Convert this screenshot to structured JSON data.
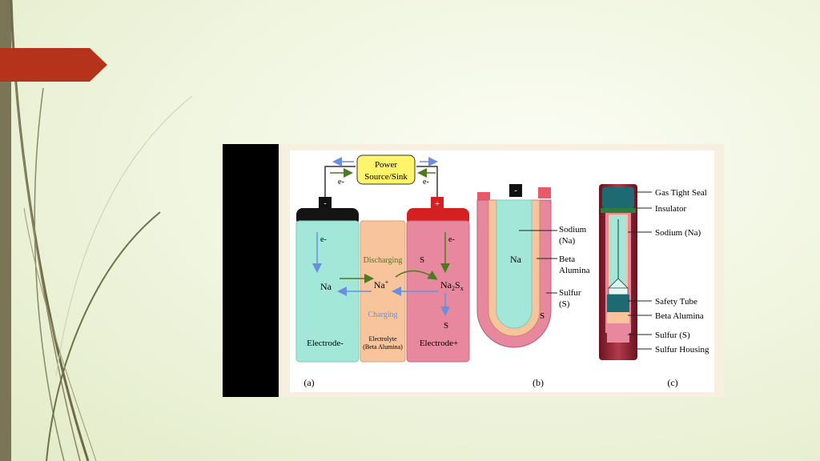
{
  "figure": {
    "panel_a": {
      "power_box": {
        "line1": "Power",
        "line2": "Source/Sink"
      },
      "electron_left": "e-",
      "electron_right": "e-",
      "neg_terminal": "-",
      "pos_terminal": "+",
      "anode_electron": "e-",
      "anode_species": "Na",
      "anode_label": "Electrode-",
      "discharging_label": "Discharging",
      "charging_label": "Charging",
      "electrolyte_ion": "Na",
      "electrolyte_ion_sup": "+",
      "electrolyte_label_line1": "Electrolyte",
      "electrolyte_label_line2": "(Beta Alumina)",
      "cathode_electron": "e-",
      "cathode_s_top": "S",
      "cathode_na2sx_main": "Na",
      "cathode_na2sx_sub1": "2",
      "cathode_na2sx_s": "S",
      "cathode_na2sx_sub2": "x",
      "cathode_s_bottom": "S",
      "cathode_label": "Electrode+",
      "caption": "(a)"
    },
    "panel_b": {
      "terminal": "-",
      "inner_label": "Na",
      "outer_label": "S",
      "sodium_line1": "Sodium",
      "sodium_line2": "(Na)",
      "beta_line1": "Beta",
      "beta_line2": "Alumina",
      "sulfur_line1": "Sulfur",
      "sulfur_line2": "(S)",
      "caption": "(b)"
    },
    "panel_c": {
      "labels": [
        "Gas Tight Seal",
        "Insulator",
        "Sodium (Na)",
        "Safety Tube",
        "Beta Alumina",
        "Sulfur (S)",
        "Sulfur Housing"
      ],
      "caption": "(c)"
    }
  },
  "colors": {
    "accent_tag": "#b5331b",
    "sidebar": "#7b7558",
    "anode": "#a3e7d8",
    "electrolyte": "#f7c49c",
    "cathode": "#e8889e",
    "power_box": "#fff46a",
    "arrow_blue": "#6a8fe0",
    "arrow_green": "#4d7a1e"
  }
}
